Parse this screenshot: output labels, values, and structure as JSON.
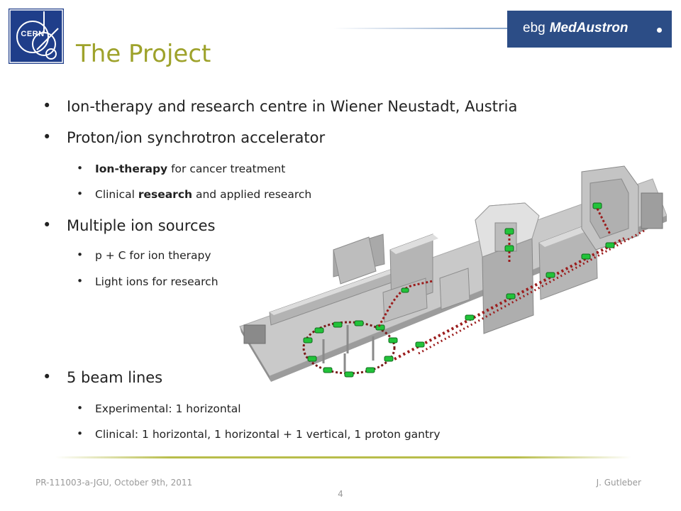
{
  "header": {
    "cern_logo_text": "CERN",
    "ebg_logo_prefix": "ebg",
    "ebg_logo_brand": "MedAustron"
  },
  "title": "The Project",
  "bullets": [
    {
      "text": "Ion-therapy and research centre  in Wiener Neustadt, Austria"
    },
    {
      "text": "Proton/ion synchrotron accelerator",
      "sub": [
        {
          "bold": "Ion-therapy",
          "rest": " for cancer treatment"
        },
        {
          "pre": "Clinical ",
          "bold": "research",
          "rest": " and applied research"
        }
      ]
    },
    {
      "text": "Multiple ion sources",
      "sub": [
        {
          "text": "p + C for ion therapy"
        },
        {
          "text": "Light ions for research"
        }
      ]
    },
    {
      "text": "5 beam lines",
      "sub": [
        {
          "text": "Experimental: 1 horizontal"
        },
        {
          "text": "Clinical: 1 horizontal, 1 horizontal + 1 vertical, 1 proton gantry"
        }
      ]
    }
  ],
  "footer": {
    "left": "PR-111003-a-JGU, October 9th, 2011",
    "right": "J. Gutleber",
    "page": "4"
  },
  "colors": {
    "title": "#9ea22b",
    "cern_blue": "#1f3e8a",
    "ebg_blue": "#2c4d86",
    "footer_line": "#b8bd4a",
    "magnet_green": "#22c33a",
    "beamline_red": "#9b1c1c"
  }
}
